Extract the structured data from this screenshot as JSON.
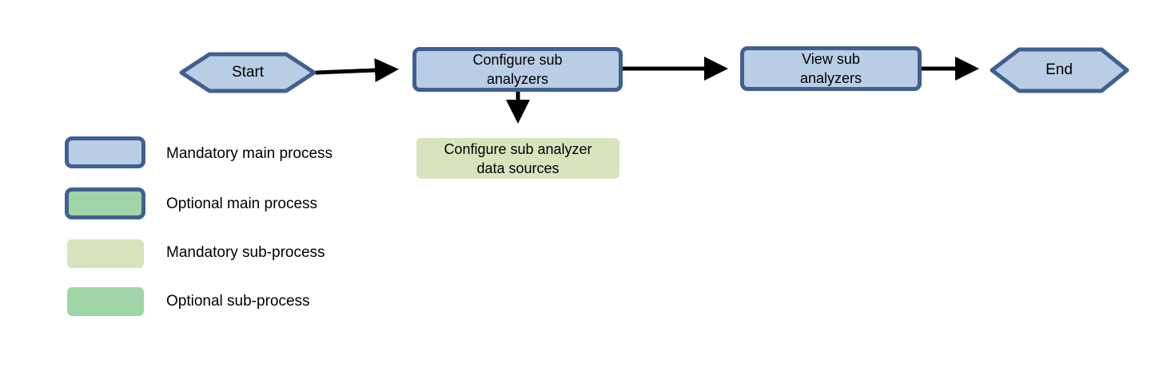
{
  "nodes": {
    "start": {
      "label": "Start"
    },
    "configure": {
      "label": "Configure  sub\nanalyzers"
    },
    "configure_sources": {
      "label": "Configure  sub analyzer\ndata sources"
    },
    "view": {
      "label": "View sub\nanalyzers"
    },
    "end": {
      "label": "End"
    }
  },
  "legend": {
    "mandatory_main": "Mandatory main  process",
    "optional_main": "Optional  main  process",
    "mandatory_sub": "Mandatory sub-process",
    "optional_sub": "Optional  sub-process"
  },
  "colors": {
    "mandatory_main_fill": "#b9cde5",
    "main_border": "#41608f",
    "optional_fill": "#9fd5a7",
    "mandatory_sub_fill": "#d7e4bd",
    "arrow": "#000000"
  }
}
